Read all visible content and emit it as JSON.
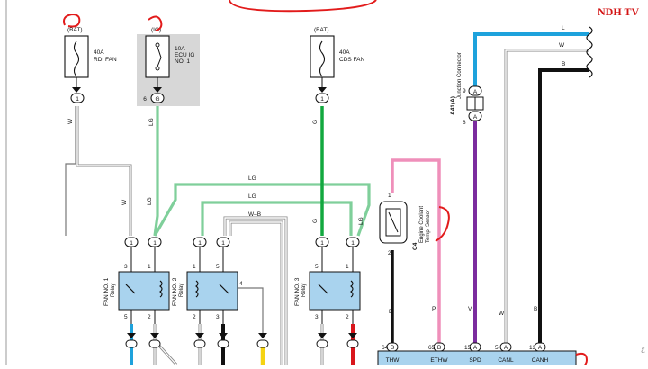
{
  "brand": "NDH TV",
  "fuses": [
    {
      "id": "rdi-fan",
      "source": "(BAT)",
      "amp": "40A",
      "name1": "RDI FAN",
      "name2": "",
      "name3": "",
      "pin_top": "",
      "pin_bottom": "1",
      "wire_code": "W"
    },
    {
      "id": "ecu-ig",
      "source": "(IG)",
      "amp": "10A",
      "name1": "ECU IG",
      "name2": "NO. 1",
      "name3": "",
      "pin_top": "",
      "pin_bottom": "6",
      "wire_code": "LG"
    },
    {
      "id": "cds-fan",
      "source": "(BAT)",
      "amp": "40A",
      "name1": "CDS FAN",
      "name2": "",
      "name3": "",
      "pin_top": "",
      "pin_bottom": "1",
      "wire_code": "G"
    }
  ],
  "ecu_pin_letter": "G",
  "wire_labels": {
    "w_left": "W",
    "lg_left": "LG",
    "lg_upper": "LG",
    "lg_lower": "LG",
    "wb": "W–B",
    "g_right": "G",
    "lg_right": "LG"
  },
  "relays": [
    {
      "id": "fan1",
      "name": "FAN NO. 1",
      "sub": "Relay",
      "pin_tl": "3",
      "pin_tr": "1",
      "pin_bl": "5",
      "pin_br": "2"
    },
    {
      "id": "fan2",
      "name": "FAN NO. 2",
      "sub": "Relay",
      "pin_tl": "1",
      "pin_tr": "5",
      "pin_bl": "2",
      "pin_br": "3",
      "pin_side": "4"
    },
    {
      "id": "fan3",
      "name": "FAN NO. 3",
      "sub": "Relay",
      "pin_tl": "5",
      "pin_tr": "1",
      "pin_bl": "3",
      "pin_br": "2"
    }
  ],
  "connector_pins": {
    "c1": "1",
    "c2": "1",
    "c3": "1",
    "c4": "1",
    "c5": "1",
    "c6": "1"
  },
  "junction": {
    "code": "A41(A)",
    "name": "Junction Connector",
    "pin_letter": "A",
    "pin_top": "9",
    "pin_bottom": "8"
  },
  "sensor": {
    "code": "C4",
    "name1": "Engine Coolant",
    "name2": "Temp. Sensor",
    "pin_top": "1",
    "pin_bottom": "2"
  },
  "bus_wires": {
    "l": "L",
    "w": "W",
    "b": "B"
  },
  "lower_wires": {
    "b": "B",
    "p": "P",
    "v": "V",
    "w": "W",
    "b2": "B"
  },
  "ecu_terminals": [
    {
      "num": "64",
      "letter": "B",
      "label": "THW"
    },
    {
      "num": "65",
      "letter": "B",
      "label": "ETHW"
    },
    {
      "num": "15",
      "letter": "A",
      "label": "SPD"
    },
    {
      "num": "5",
      "letter": "A",
      "label": "CANL"
    },
    {
      "num": "13",
      "letter": "A",
      "label": "CANH"
    }
  ],
  "colors": {
    "red_mark": "#e21b1b",
    "light_green": "#7fcf9a",
    "green": "#12a83f",
    "blue": "#1ea2dc",
    "black": "#111111",
    "purple": "#7b2c9e",
    "pink": "#ef8fba",
    "yellow": "#f5d312",
    "red_wire": "#d9161c",
    "gray": "#9a9a9a",
    "panel": "#d7d7d7"
  }
}
